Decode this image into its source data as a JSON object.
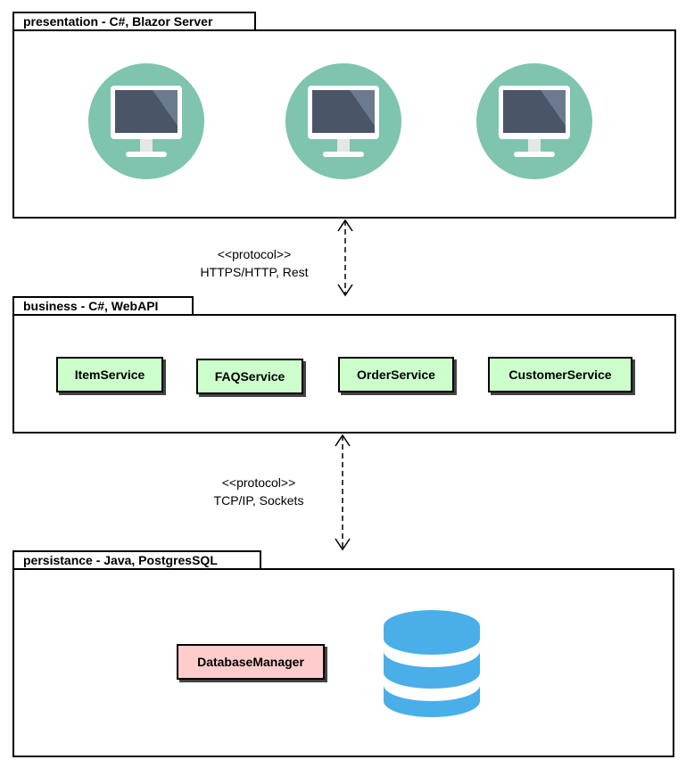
{
  "packages": {
    "presentation": {
      "title": "presentation - C#, Blazor Server",
      "monitor_icons": [
        "monitor-icon",
        "monitor-icon",
        "monitor-icon"
      ]
    },
    "business": {
      "title": "business - C#, WebAPI",
      "services": [
        {
          "label": "ItemService"
        },
        {
          "label": "FAQService"
        },
        {
          "label": "OrderService"
        },
        {
          "label": "CustomerService"
        }
      ]
    },
    "persistance": {
      "title": "persistance - Java, PostgresSQL",
      "component": "DatabaseManager",
      "db_icon": "database-icon"
    }
  },
  "connections": [
    {
      "stereotype": "<<protocol>>",
      "label": "HTTPS/HTTP, Rest"
    },
    {
      "stereotype": "<<protocol>>",
      "label": "TCP/IP, Sockets"
    }
  ],
  "colors": {
    "monitor_circle": "#7ec4ae",
    "monitor_screen": "#4a5568",
    "service_fill": "#ccffcc",
    "db_component_fill": "#ffcccc",
    "database": "#4aaee8"
  }
}
